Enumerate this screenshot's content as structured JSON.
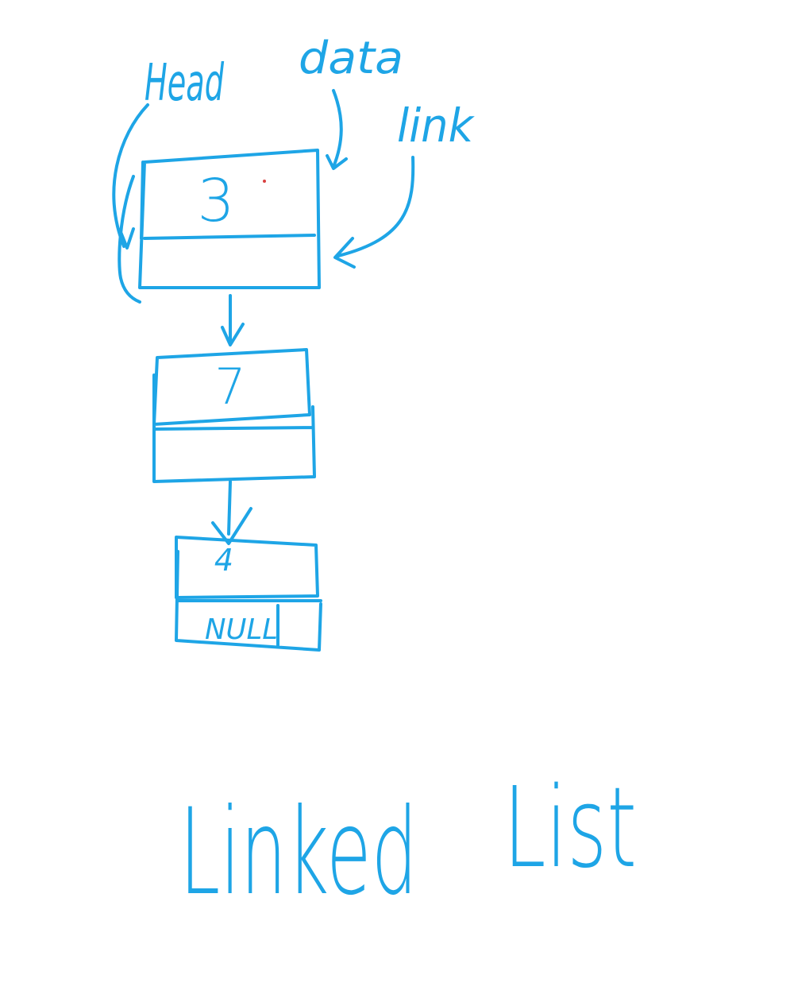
{
  "colors": {
    "ink": "#1ea5e6",
    "background": "#ffffff",
    "speck": "#d94040"
  },
  "labels": {
    "head": "Head",
    "data": "data",
    "link": "link",
    "title_word1": "Linked",
    "title_word2": "List"
  },
  "nodes": [
    {
      "data": "3",
      "link": ""
    },
    {
      "data": "7",
      "link": ""
    },
    {
      "data": "4",
      "link": "NULL"
    }
  ]
}
